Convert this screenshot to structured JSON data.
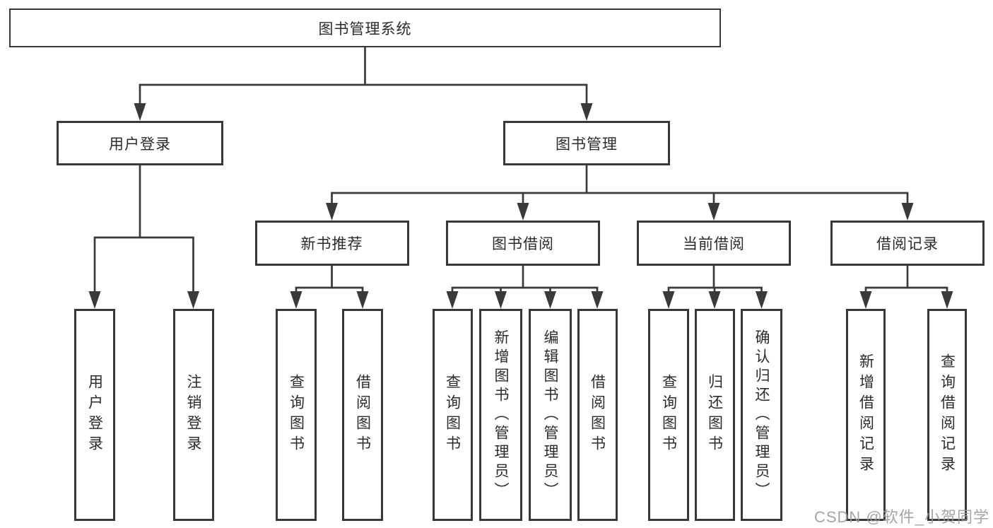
{
  "title": "图书管理系统",
  "nodes": {
    "user_login": "用户登录",
    "book_mgmt": "图书管理",
    "new_book_rec": "新书推荐",
    "book_borrow": "图书借阅",
    "current_borrow": "当前借阅",
    "borrow_records": "借阅记录",
    "leaf_user_login": "用户登录",
    "leaf_logout": "注销登录",
    "leaf_query_book_rec": "查询图书",
    "leaf_borrow_book_rec": "借阅图书",
    "leaf_query_book_borrow": "查询图书",
    "leaf_add_book": "新增图书（管理员）",
    "leaf_edit_book": "编辑图书（管理员）",
    "leaf_borrow_book_borrow": "借阅图书",
    "leaf_query_book_current": "查询图书",
    "leaf_return_book": "归还图书",
    "leaf_confirm_return": "确认归还（管理员）",
    "leaf_add_borrow_record": "新增借阅记录",
    "leaf_query_borrow_record": "查询借阅记录"
  },
  "colors": {
    "line": "#3a3a3a",
    "border": "#383838",
    "text": "#2b2b2b",
    "watermark": "#9b9b9b"
  },
  "watermark": "CSDN @软件_小贺同学"
}
